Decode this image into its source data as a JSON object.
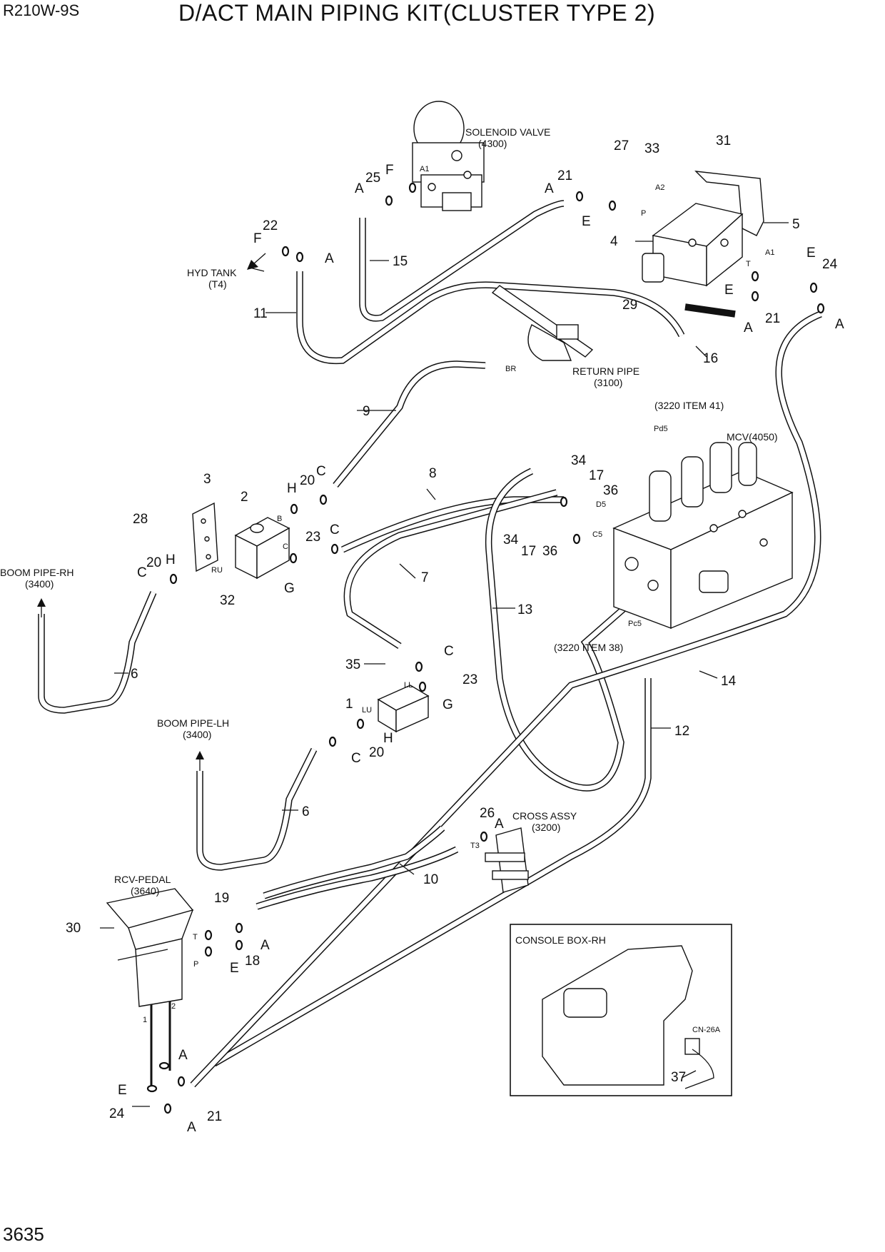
{
  "header": {
    "model": "R210W-9S",
    "title": "D/ACT MAIN PIPING KIT(CLUSTER TYPE 2)"
  },
  "page_number": "3635",
  "components": {
    "solenoid_valve": [
      "SOLENOID VALVE",
      "(4300)"
    ],
    "hyd_tank": [
      "HYD TANK",
      "(T4)"
    ],
    "return_pipe": [
      "RETURN PIPE",
      "(3100)"
    ],
    "mcv": "MCV(4050)",
    "item41": "(3220 ITEM 41)",
    "item38": "(3220 ITEM 38)",
    "boom_rh": [
      "BOOM PIPE-RH",
      "(3400)"
    ],
    "boom_lh": [
      "BOOM PIPE-LH",
      "(3400)"
    ],
    "cross_assy": [
      "CROSS ASSY",
      "(3200)"
    ],
    "rcv_pedal": [
      "RCV-PEDAL",
      "(3640)"
    ],
    "console_box": "CONSOLE BOX-RH",
    "connector": "CN-26A"
  },
  "port_labels": {
    "a1_sol": "A1",
    "a2": "A2",
    "p_block": "P",
    "a1_block": "A1",
    "t_block": "T",
    "br": "BR",
    "pd5": "Pd5",
    "d5": "D5",
    "c5": "C5",
    "pc5": "Pc5",
    "b": "B",
    "c_block": "C",
    "ru": "RU",
    "ll": "LL",
    "lu": "LU",
    "t3": "T3",
    "t_pedal": "T",
    "p_pedal": "P",
    "p1": "1",
    "p2": "2"
  },
  "callouts": {
    "n27": "27",
    "n33": "33",
    "n31": "31",
    "n21a": "21",
    "aA1": "A",
    "eE1": "E",
    "n4": "4",
    "n5": "5",
    "n25": "25",
    "fF1": "F",
    "aA2": "A",
    "n22": "22",
    "fF2": "F",
    "aA3": "A",
    "n15": "15",
    "n11": "11",
    "eE2": "E",
    "n24a": "24",
    "eE3": "E",
    "n21b": "21",
    "aA4": "A",
    "aA5": "A",
    "n29": "29",
    "n16": "16",
    "n9": "9",
    "n3": "3",
    "n2": "2",
    "hH1": "H",
    "n20a": "20",
    "cC1": "C",
    "n28": "28",
    "n23a": "23",
    "cC2": "C",
    "hH2": "H",
    "n20b": "20",
    "cC3": "C",
    "gG1": "G",
    "n32": "32",
    "n8": "8",
    "n7": "7",
    "n34a": "34",
    "n17a": "17",
    "n36a": "36",
    "n34b": "34",
    "n17b": "17",
    "n36b": "36",
    "n13": "13",
    "n14": "14",
    "n12": "12",
    "n6a": "6",
    "n35": "35",
    "cC4": "C",
    "n23b": "23",
    "gG2": "G",
    "n1": "1",
    "hH3": "H",
    "n20c": "20",
    "cC5": "C",
    "n6b": "6",
    "n26": "26",
    "aA6": "A",
    "n10": "10",
    "n19": "19",
    "n30": "30",
    "n18": "18",
    "aA7": "A",
    "eE4": "E",
    "aA8": "A",
    "eE5": "E",
    "n24b": "24",
    "n21c": "21",
    "aA9": "A",
    "n37": "37"
  }
}
